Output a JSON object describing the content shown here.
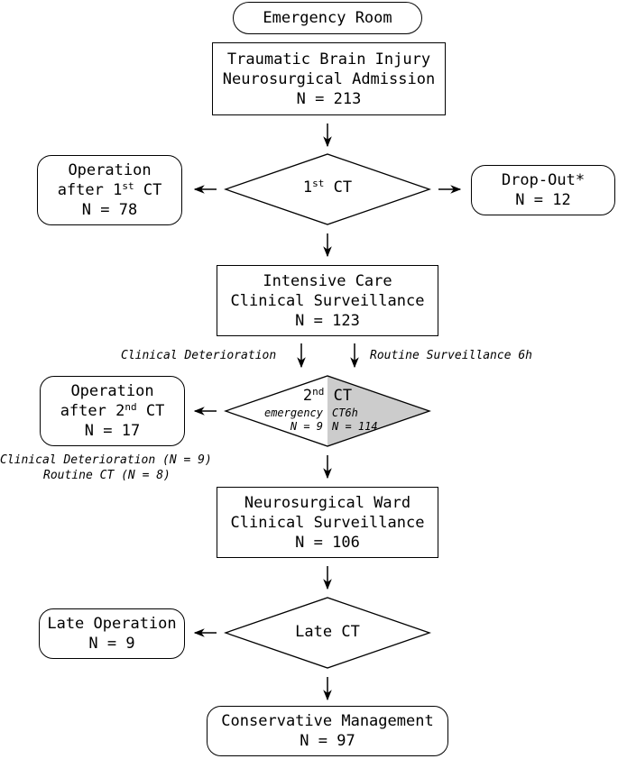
{
  "nodes": {
    "emergency_room": "Emergency Room",
    "admission": {
      "line1": "Traumatic Brain Injury",
      "line2": "Neurosurgical Admission",
      "n": "N = 213"
    },
    "first_ct": {
      "label": "1",
      "sup": "st",
      "suffix": " CT"
    },
    "op_after_first": {
      "line1": "Operation",
      "line2_pre": "after 1",
      "line2_sup": "st",
      "line2_post": " CT",
      "n": "N = 78"
    },
    "dropout": {
      "line1": "Drop-Out*",
      "n": "N = 12"
    },
    "intensive_care": {
      "line1": "Intensive Care",
      "line2": "Clinical Surveillance",
      "n": "N = 123"
    },
    "second_ct": {
      "label": "2",
      "sup": "nd",
      "suffix": " CT",
      "left_line1": "emergency",
      "left_line2": "N = 9",
      "right_line1": "CT6h",
      "right_line2": "N = 114"
    },
    "op_after_second": {
      "line1": "Operation",
      "line2_pre": "after 2",
      "line2_sup": "nd",
      "line2_post": " CT",
      "n": "N = 17"
    },
    "ward": {
      "line1": "Neurosurgical Ward",
      "line2": "Clinical Surveillance",
      "n": "N = 106"
    },
    "late_ct": "Late CT",
    "late_operation": {
      "line1": "Late Operation",
      "n": "N = 9"
    },
    "conservative": {
      "line1": "Conservative Management",
      "n": "N = 97"
    }
  },
  "labels": {
    "clinical_deterioration": "Clinical Deterioration",
    "routine_surveillance": "Routine Surveillance 6h",
    "op2_note_line1": "Clinical Deterioration (N = 9)",
    "op2_note_line2": "Routine CT (N = 8)"
  },
  "colors": {
    "stroke": "#000000",
    "shade": "#cccccc",
    "fill": "#ffffff"
  }
}
